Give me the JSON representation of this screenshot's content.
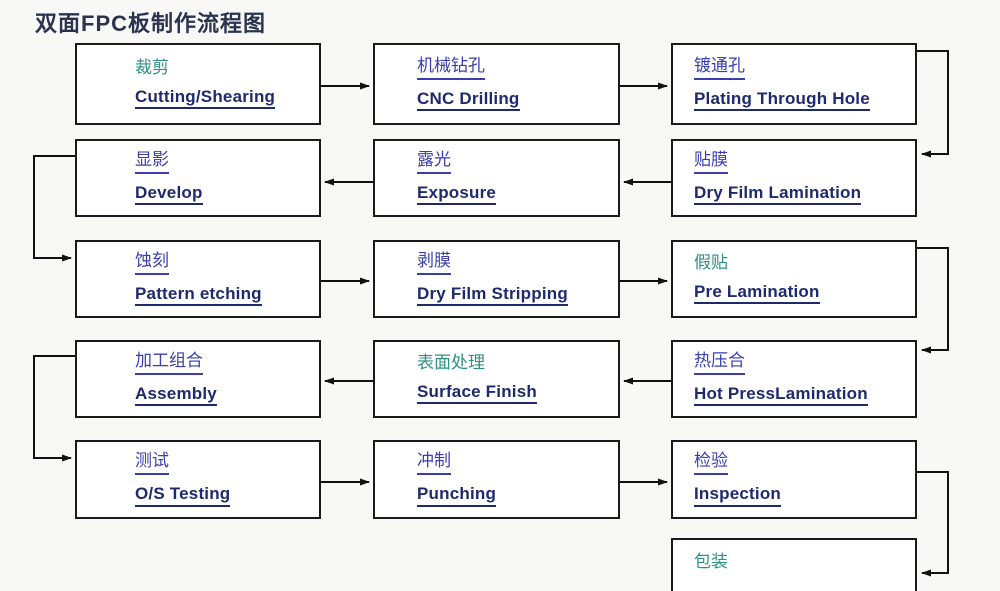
{
  "title": "双面FPC板制作流程图",
  "colors": {
    "background": "#f8f9f6",
    "box_fill": "#ffffff",
    "box_border": "#1a1a1a",
    "arrow": "#111111",
    "title": "#2b3350",
    "english": "#1f2a6e",
    "chinese_blue": "#3a3eae",
    "chinese_teal": "#2e8f82"
  },
  "steps": [
    {
      "zh": "裁剪",
      "en": "Cutting/Shearing",
      "zh_style": "teal"
    },
    {
      "zh": "机械钻孔",
      "en": "CNC Drilling",
      "zh_style": "blue"
    },
    {
      "zh": "镀通孔",
      "en": "Plating Through Hole",
      "zh_style": "blue"
    },
    {
      "zh": "显影",
      "en": "Develop",
      "zh_style": "blue"
    },
    {
      "zh": "露光",
      "en": "Exposure",
      "zh_style": "blue"
    },
    {
      "zh": "贴膜",
      "en": "Dry Film Lamination",
      "zh_style": "blue"
    },
    {
      "zh": "蚀刻",
      "en": "Pattern etching",
      "zh_style": "blue"
    },
    {
      "zh": "剥膜",
      "en": "Dry Film Stripping",
      "zh_style": "blue"
    },
    {
      "zh": "假贴",
      "en": "Pre Lamination",
      "zh_style": "teal"
    },
    {
      "zh": "加工组合",
      "en": "Assembly",
      "zh_style": "blue"
    },
    {
      "zh": "表面处理",
      "en": "Surface Finish",
      "zh_style": "teal"
    },
    {
      "zh": "热压合",
      "en": "Hot PressLamination",
      "zh_style": "blue"
    },
    {
      "zh": "测试",
      "en": "O/S Testing",
      "zh_style": "blue"
    },
    {
      "zh": "冲制",
      "en": "Punching",
      "zh_style": "blue"
    },
    {
      "zh": "检验",
      "en": "Inspection",
      "zh_style": "blue"
    },
    {
      "zh": "包装",
      "en": "",
      "zh_style": "teal"
    }
  ]
}
